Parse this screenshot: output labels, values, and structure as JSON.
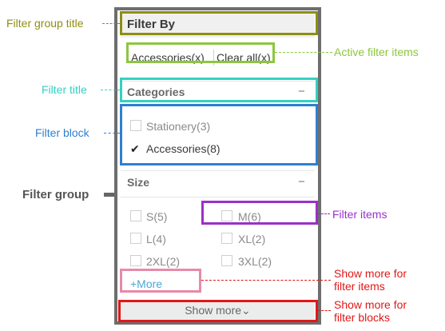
{
  "filter_panel": {
    "group_title": "Filter By",
    "active_filters": [
      "Accessories(x)",
      "Clear all(x)"
    ],
    "categories": {
      "title": "Categories",
      "collapse_symbol": "−",
      "options": [
        {
          "label": "Stationery(3)",
          "checked": false
        },
        {
          "label": "Accessories(8)",
          "checked": true
        }
      ]
    },
    "size": {
      "title": "Size",
      "collapse_symbol": "−",
      "options": [
        {
          "label": "S(5)",
          "checked": false
        },
        {
          "label": "M(6)",
          "checked": false
        },
        {
          "label": "L(4)",
          "checked": false
        },
        {
          "label": "XL(2)",
          "checked": false
        },
        {
          "label": "2XL(2)",
          "checked": false
        },
        {
          "label": "3XL(2)",
          "checked": false
        }
      ],
      "more_label": "+More"
    },
    "show_more_label": "Show more⌄"
  },
  "annotations": {
    "filter_group_title": "Filter group title",
    "active_filter_items": "Active filter items",
    "filter_title": "Filter  title",
    "filter_block": "Filter  block",
    "filter_group": "Filter  group",
    "filter_items": "Filter items",
    "show_more_items_line1": "Show more for",
    "show_more_items_line2": "filter items",
    "show_more_blocks_line1": "Show more for",
    "show_more_blocks_line2": "filter blocks"
  },
  "colors": {
    "group_title": "#8e8e12",
    "active_items": "#8cc63f",
    "filter_title": "#33d1c1",
    "filter_block": "#2e7fd0",
    "filter_group": "#666666",
    "filter_items": "#9b30c9",
    "more_items": "#e88aa8",
    "more_blocks": "#e01818"
  }
}
